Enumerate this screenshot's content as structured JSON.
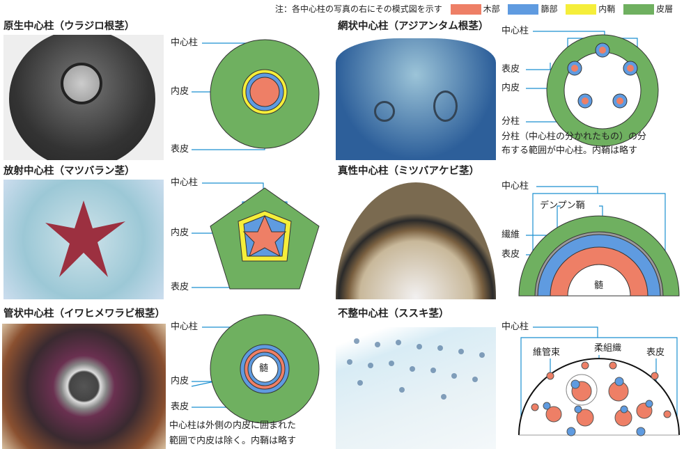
{
  "legend": {
    "note": "注：各中心柱の写真の右にその模式図を示す",
    "items": [
      {
        "label": "木部",
        "color": "#ee7f66"
      },
      {
        "label": "篩部",
        "color": "#5f9be0"
      },
      {
        "label": "内鞘",
        "color": "#f5ee3a"
      },
      {
        "label": "皮層",
        "color": "#6fb060"
      }
    ]
  },
  "panels": {
    "protostele": {
      "title": "原生中心柱（ウラジロ根茎）",
      "labels": {
        "stele": "中心柱",
        "endodermis": "内皮",
        "epidermis": "表皮"
      }
    },
    "dictyostele": {
      "title": "網状中心柱（アジアンタム根茎）",
      "labels": {
        "stele": "中心柱",
        "epidermis": "表皮",
        "endodermis": "内皮",
        "meristele": "分柱"
      },
      "caption": [
        "分柱（中心柱の分かれたもの）の分",
        "布する範囲が中心柱。内鞘は略す"
      ]
    },
    "actinostele": {
      "title": "放射中心柱（マツバラン茎）",
      "labels": {
        "stele": "中心柱",
        "endodermis": "内皮",
        "epidermis": "表皮"
      }
    },
    "eustele": {
      "title": "真性中心柱（ミツバアケビ茎）",
      "labels": {
        "stele": "中心柱",
        "starch_sheath": "デンプン鞘",
        "fiber": "繊維",
        "epidermis": "表皮",
        "pith": "髄"
      }
    },
    "siphonostele": {
      "title": "管状中心柱（イワヒメワラビ根茎）",
      "labels": {
        "stele": "中心柱",
        "pith": "髄",
        "endodermis": "内皮",
        "epidermis": "表皮"
      },
      "caption": [
        "中心柱は外側の内皮に囲まれた",
        "範囲で内皮は除く。内鞘は略す"
      ]
    },
    "atactostele": {
      "title": "不整中心柱（ススキ茎）",
      "labels": {
        "stele": "中心柱",
        "vascular_bundle": "維管束",
        "parenchyma": "柔組織",
        "epidermis": "表皮"
      }
    }
  }
}
